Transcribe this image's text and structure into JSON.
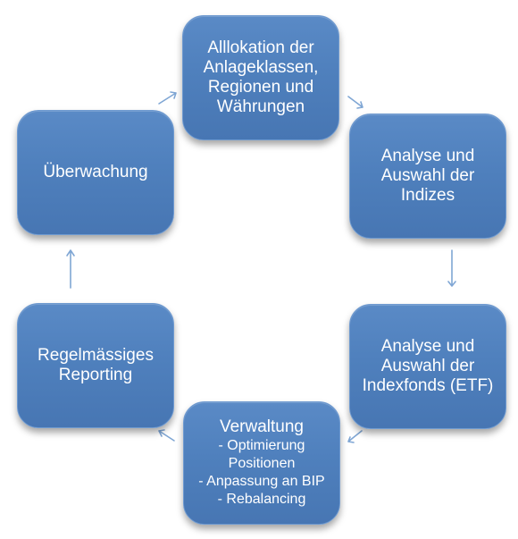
{
  "nodes": {
    "allokation": {
      "lines": [
        "Alllokation der",
        "Anlageklassen,",
        "Regionen und",
        "Währungen"
      ]
    },
    "indizes": {
      "lines": [
        "Analyse und",
        "Auswahl der",
        "Indizes"
      ]
    },
    "etf": {
      "lines": [
        "Analyse und",
        "Auswahl der",
        "Indexfonds (ETF)"
      ]
    },
    "verwaltung": {
      "lines": [
        "Verwaltung",
        "- Optimierung",
        "Positionen",
        "- Anpassung an BIP",
        "- Rebalancing"
      ]
    },
    "reporting": {
      "lines": [
        "Regelmässiges",
        "Reporting"
      ]
    },
    "ueberwachung": {
      "lines": [
        "Überwachung"
      ]
    }
  },
  "colors": {
    "node_fill": "#4f81bd",
    "node_text": "#ffffff",
    "arrow": "#7fa6d4"
  }
}
